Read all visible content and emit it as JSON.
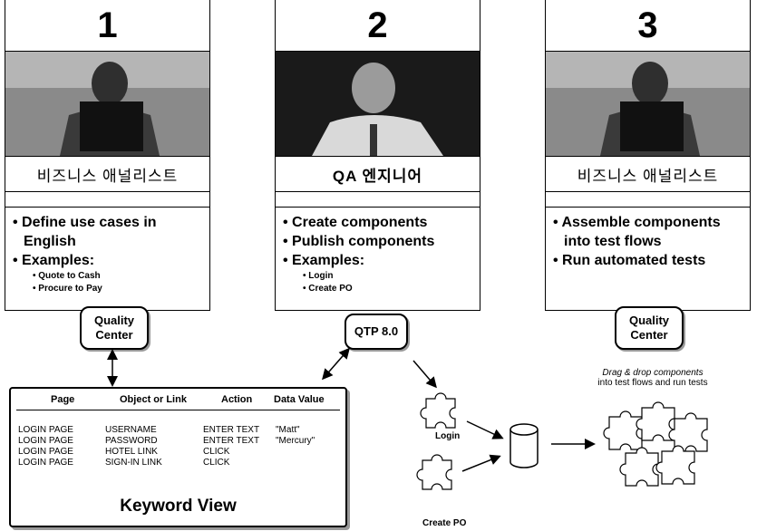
{
  "columns": [
    {
      "number": "1",
      "role": "비즈니스 애널리스트",
      "bullets": [
        "Define use cases in English",
        "Examples:"
      ],
      "sub_bullets": [
        "Quote to Cash",
        "Procure to Pay"
      ]
    },
    {
      "number": "2",
      "role": "QA 엔지니어",
      "bullets": [
        "Create components",
        "Publish components",
        "Examples:"
      ],
      "sub_bullets": [
        "Login",
        "Create PO"
      ]
    },
    {
      "number": "3",
      "role": "비즈니스 애널리스트",
      "bullets": [
        "Assemble components into test flows",
        "Run automated tests"
      ],
      "sub_bullets": []
    }
  ],
  "quality_center_label": "Quality Center",
  "qtp_label": "QTP 8.0",
  "keyword_view": {
    "title": "Keyword View",
    "headers": [
      "Page",
      "Object or Link",
      "Action",
      "Data Value"
    ],
    "rows": [
      [
        "LOGIN PAGE",
        "USERNAME",
        "ENTER TEXT",
        "\"Matt\""
      ],
      [
        "LOGIN PAGE",
        "PASSWORD",
        "ENTER TEXT",
        "\"Mercury\""
      ],
      [
        "LOGIN PAGE",
        "HOTEL LINK",
        "CLICK",
        ""
      ],
      [
        "LOGIN PAGE",
        "SIGN-IN LINK",
        "CLICK",
        ""
      ]
    ]
  },
  "puzzle_labels": {
    "login": "Login",
    "create_po": "Create PO"
  },
  "drag_caption": {
    "line1": "Drag & drop components",
    "line2": "into test flows and run tests"
  }
}
